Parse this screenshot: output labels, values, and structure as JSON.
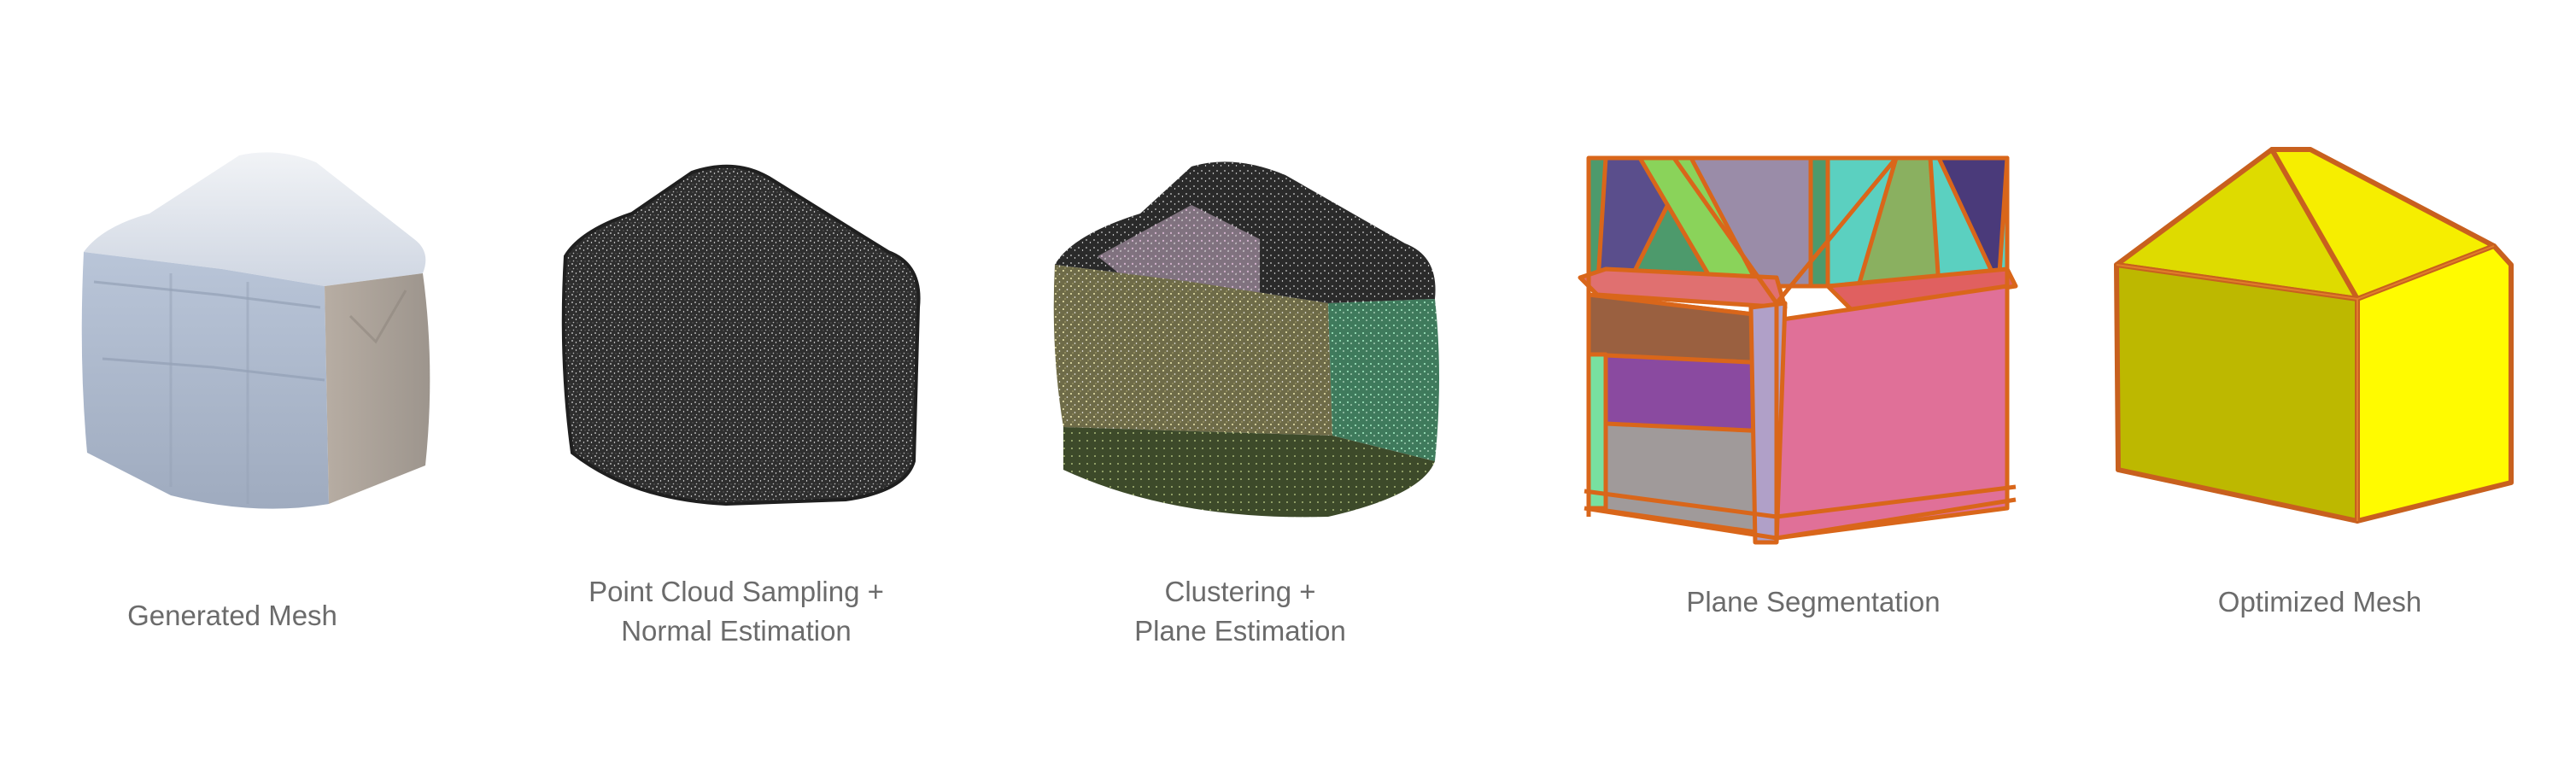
{
  "pipeline": {
    "steps": [
      {
        "id": "generated-mesh",
        "lines": [
          "Generated Mesh"
        ]
      },
      {
        "id": "point-cloud",
        "lines": [
          "Point Cloud Sampling +",
          "Normal Estimation"
        ]
      },
      {
        "id": "clustering",
        "lines": [
          "Clustering +",
          "Plane Estimation"
        ]
      },
      {
        "id": "plane-segmentation",
        "lines": [
          "Plane Segmentation"
        ]
      },
      {
        "id": "optimized-mesh",
        "lines": [
          "Optimized Mesh"
        ]
      }
    ]
  },
  "colors": {
    "mesh_front": "#a9b7cc",
    "mesh_side": "#b4aca5",
    "mesh_roof": "#dfe3ea",
    "point_cloud_bg": "#3a3a3a",
    "outline_orange": "#d9661a",
    "optimized_front": "#bdb800",
    "optimized_side": "#fff200",
    "optimized_roof": "#dedb00"
  }
}
